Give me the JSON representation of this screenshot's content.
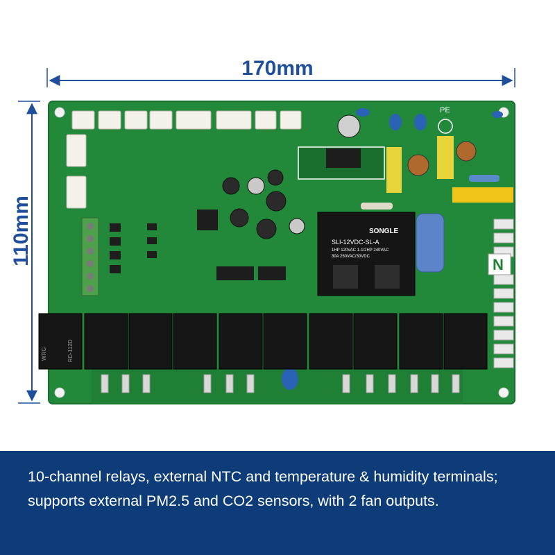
{
  "dimensions": {
    "width_label": "170mm",
    "height_label": "110mm"
  },
  "board": {
    "main_relay": {
      "brand": "SONGLE",
      "model": "SLI-12VDC-SL-A",
      "rating_1": "1HP 120VAC 1-1/2HP 240VAC",
      "rating_2": "30A 250VAC/30VDC"
    },
    "neutral_marker": "N",
    "pe_label": "PE",
    "small_relay_brand": "WRG",
    "small_relay_model": "RD-112D"
  },
  "colors": {
    "pcb_green": "#22883a",
    "dimension_blue": "#1f4e9a",
    "caption_band": "#0d3c78",
    "caption_text": "#ffffff"
  },
  "caption": {
    "text": "10-channel relays, external NTC and temperature & humidity terminals; supports external PM2.5 and CO2 sensors, with 2 fan outputs."
  }
}
